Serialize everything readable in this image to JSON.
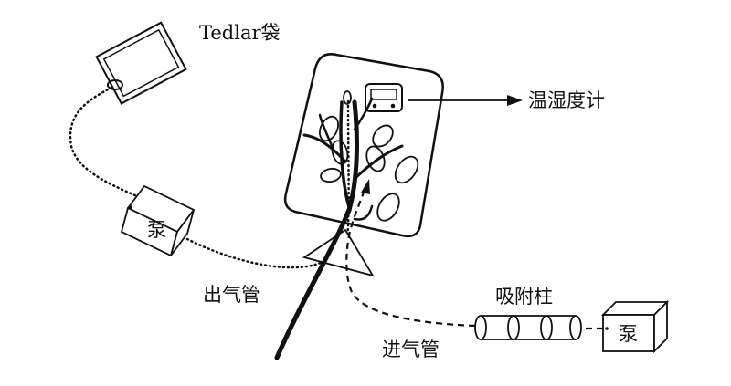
{
  "labels": {
    "tedlar_bag": "Tedlar袋",
    "thermo_hygrometer": "温湿度计",
    "outlet_tube": "出气管",
    "inlet_tube": "进气管",
    "adsorption_column": "吸附柱",
    "pump_left": "泵",
    "pump_right": "泵"
  },
  "colors": {
    "stroke": "#111111",
    "background": "#ffffff"
  }
}
